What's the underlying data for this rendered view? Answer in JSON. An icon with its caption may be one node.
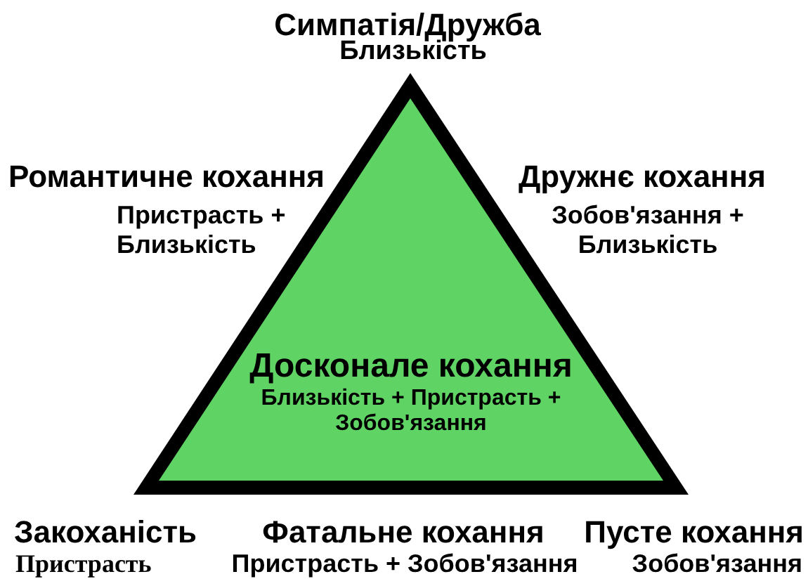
{
  "diagram": {
    "nodes": [
      {
        "text": [
          "Досконале кохання",
          "Близькість + Пристрасть + Зобов'язання"
        ]
      }
    ],
    "labels": [
      "Симпатія/Дружба",
      "Близькість",
      "Романтичне кохання",
      "Пристрасть + Близькість",
      "Дружнє кохання",
      "Зобов'язання + Близькість",
      "Закоханість",
      "Пристрасть",
      "Фатальне кохання",
      "Пристрасть + Зобов'язання",
      "Пусте кохання",
      "Зобов'язання"
    ]
  }
}
